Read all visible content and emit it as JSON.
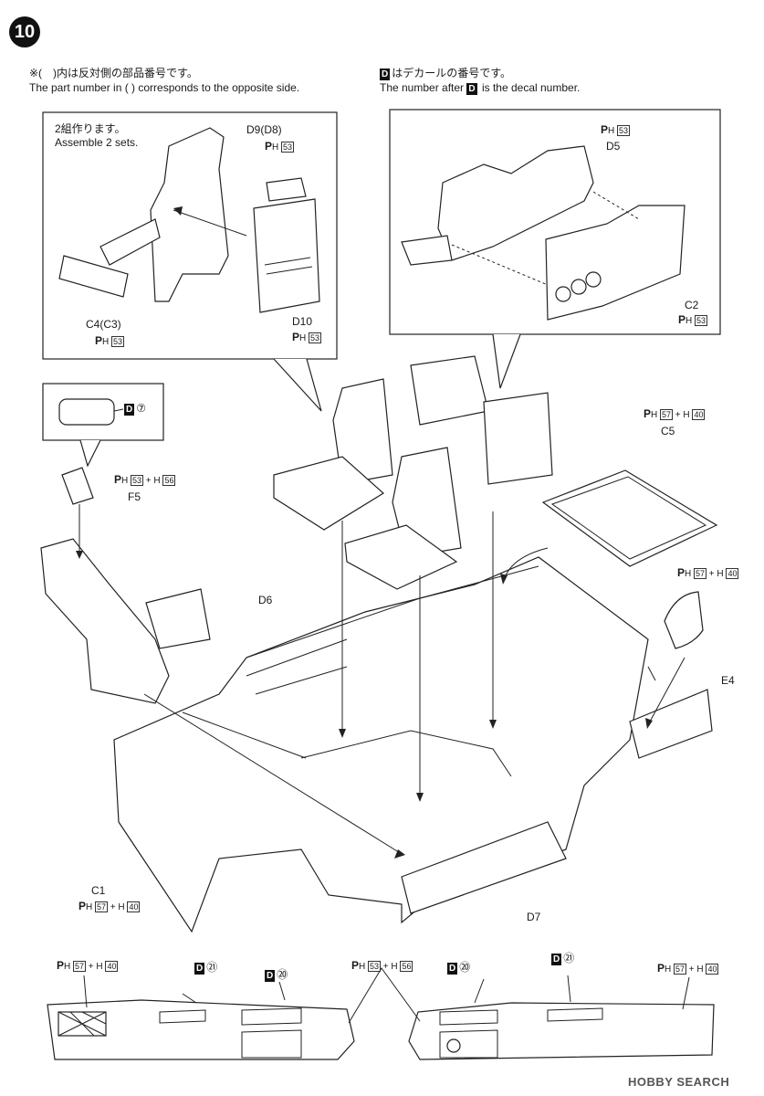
{
  "step_number": "10",
  "notes": {
    "left_jp": "※(　)内は反対側の部品番号です。",
    "left_en": "The part number in (  ) corresponds to the opposite side.",
    "right_badge": "D",
    "right_jp": "はデカールの番号です。",
    "right_en_a": "The number after",
    "right_en_b": "is the decal number."
  },
  "panel_left": {
    "assemble_jp": "2組作ります。",
    "assemble_en": "Assemble 2 sets.",
    "part_d9": "D9(D8)",
    "part_c4": "C4(C3)",
    "part_d10": "D10",
    "paint_53": "53"
  },
  "panel_right": {
    "part_d5": "D5",
    "part_c2": "C2",
    "paint_53": "53"
  },
  "decal_inset": {
    "badge": "D",
    "num": "⑦"
  },
  "parts_main": {
    "f5": "F5",
    "f5_paint_a": "53",
    "f5_paint_b": "56",
    "c5": "C5",
    "c5_paint_a": "57",
    "c5_paint_b": "40",
    "e4": "E4",
    "e4_paint_a": "57",
    "e4_paint_b": "40",
    "d6": "D6",
    "d7": "D7",
    "c1": "C1",
    "c1_paint_a": "57",
    "c1_paint_b": "40"
  },
  "bottom": {
    "p1_a": "57",
    "p1_b": "40",
    "d21_l": "㉑",
    "d20_l": "⑳",
    "p_mid_a": "53",
    "p_mid_b": "56",
    "d20_r": "⑳",
    "d21_r": "㉑",
    "p2_a": "57",
    "p2_b": "40",
    "badge": "D"
  },
  "watermark": "HOBBY SEARCH"
}
